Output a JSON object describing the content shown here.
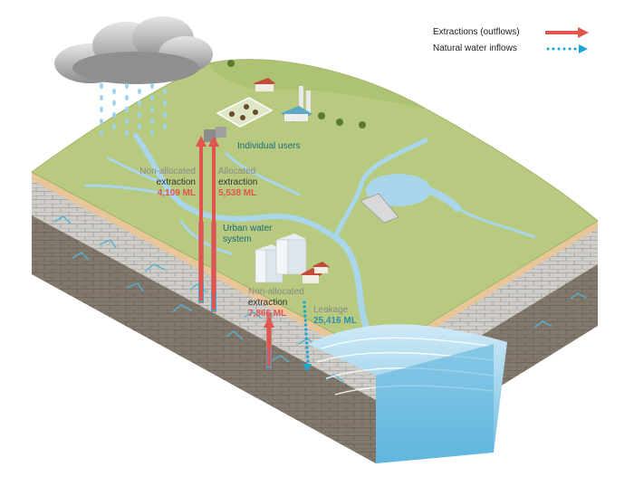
{
  "legend": {
    "extractions": "Extractions (outflows)",
    "inflows": "Natural water inflows"
  },
  "labels": {
    "individual_users": "Individual users",
    "urban_water_system": [
      "Urban water",
      "system"
    ],
    "nonallocated_left": [
      "Non-allocated",
      "extraction"
    ],
    "nonallocated_left_value": "4,109 ML",
    "allocated": [
      "Allocated",
      "extraction"
    ],
    "allocated_value": "5,538 ML",
    "nonallocated_center": [
      "Non-allocated",
      "extraction"
    ],
    "nonallocated_center_value": "7,866 ML",
    "leakage": "Leakage",
    "leakage_value": "25,416 ML"
  },
  "colors": {
    "extraction_arrow": "#e0554f",
    "inflow_arrow": "#1aa7d8",
    "land": "#b3c77a",
    "river": "#a9d6ea",
    "rock": "#c9c7c2"
  }
}
